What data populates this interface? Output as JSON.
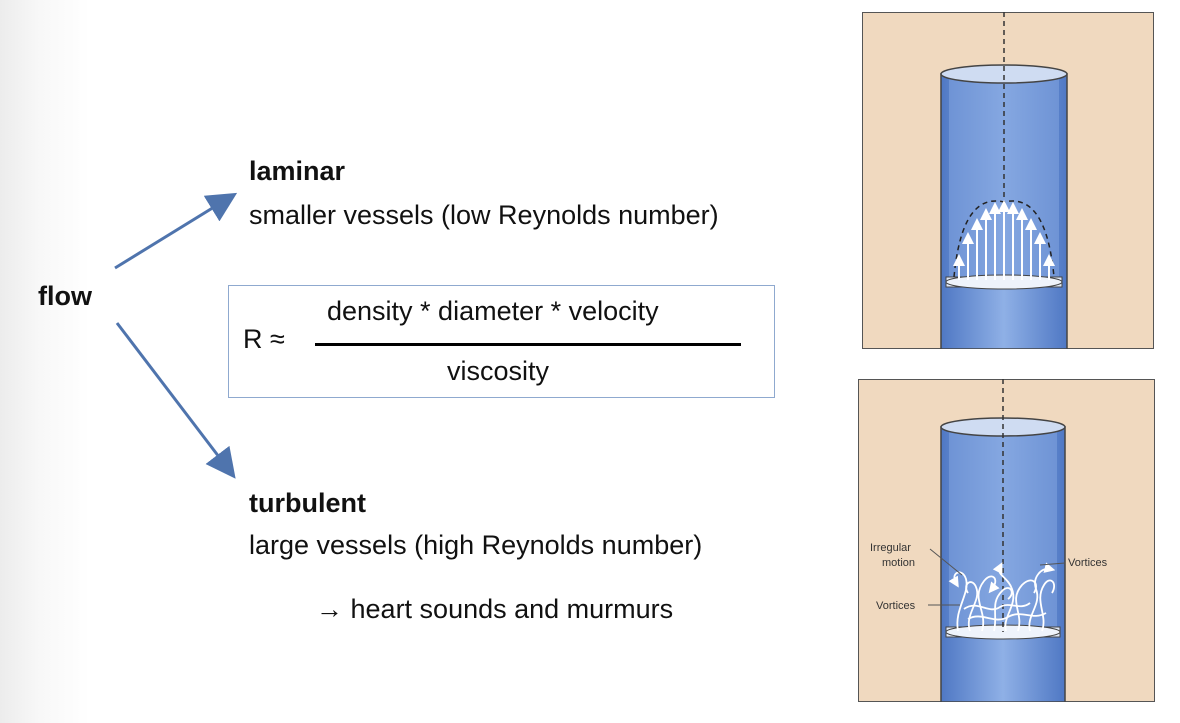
{
  "flow_label": "flow",
  "laminar": {
    "title": "laminar",
    "description": "smaller vessels (low Reynolds number)"
  },
  "formula": {
    "lhs": "R ≈",
    "numerator": "density * diameter * velocity",
    "denominator": "viscosity"
  },
  "turbulent": {
    "title": "turbulent",
    "description": "large vessels (high Reynolds number)",
    "consequence": "heart sounds and murmurs",
    "consequence_arrow": "→"
  },
  "turbulent_figure": {
    "label_irregular_line1": "Irregular",
    "label_irregular_line2": "motion",
    "label_vortices_right": "Vortices",
    "label_vortices_left": "Vortices"
  },
  "colors": {
    "arrow": "#4f74ad",
    "figure_background": "#f0d9bf",
    "vessel": "#6f95d6",
    "formula_border": "#8fa9cf"
  }
}
